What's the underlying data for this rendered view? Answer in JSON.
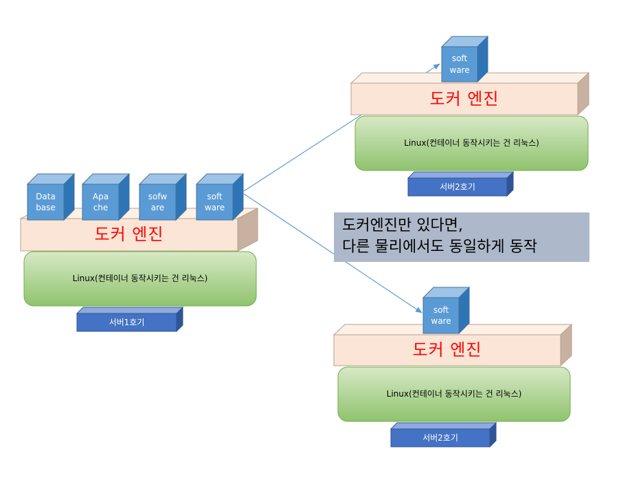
{
  "servers": [
    {
      "id": "left",
      "cubes": [
        {
          "label": "Data\nbase"
        },
        {
          "label": "Apa\nche"
        },
        {
          "label": "sofw\nare"
        },
        {
          "label": "soft\nware"
        }
      ],
      "engine": "도커 엔진",
      "os": "Linux(컨테이너 동작시키는 건 리눅스)",
      "server": "서버1호기"
    },
    {
      "id": "top-right",
      "cubes": [
        {
          "label": "soft\nware"
        }
      ],
      "engine": "도커 엔진",
      "os": "Linux(컨테이너 동작시키는 건 리눅스)",
      "server": "서버2호기"
    },
    {
      "id": "bottom-right",
      "cubes": [
        {
          "label": "soft\nware"
        }
      ],
      "engine": "도커 엔진",
      "os": "Linux(컨테이너 동작시키는 건 리눅스)",
      "server": "서버2호기"
    }
  ],
  "callout": {
    "line1": "도커엔진만 있다면,",
    "line2": "다른 물리에서도 동일하게 동작"
  },
  "colors": {
    "cube_front": "#5b9bd5",
    "cube_top": "#9dc3e6",
    "cube_side": "#2e75b6",
    "engine_front": "#fbe5d6",
    "engine_side": "#c9b1a1",
    "linux_fill": "#a9d18e",
    "server_front": "#4472c4",
    "arrow": "#5b9bd5",
    "engine_text": "#ff0000",
    "callout_bg": "#adb9ca"
  }
}
